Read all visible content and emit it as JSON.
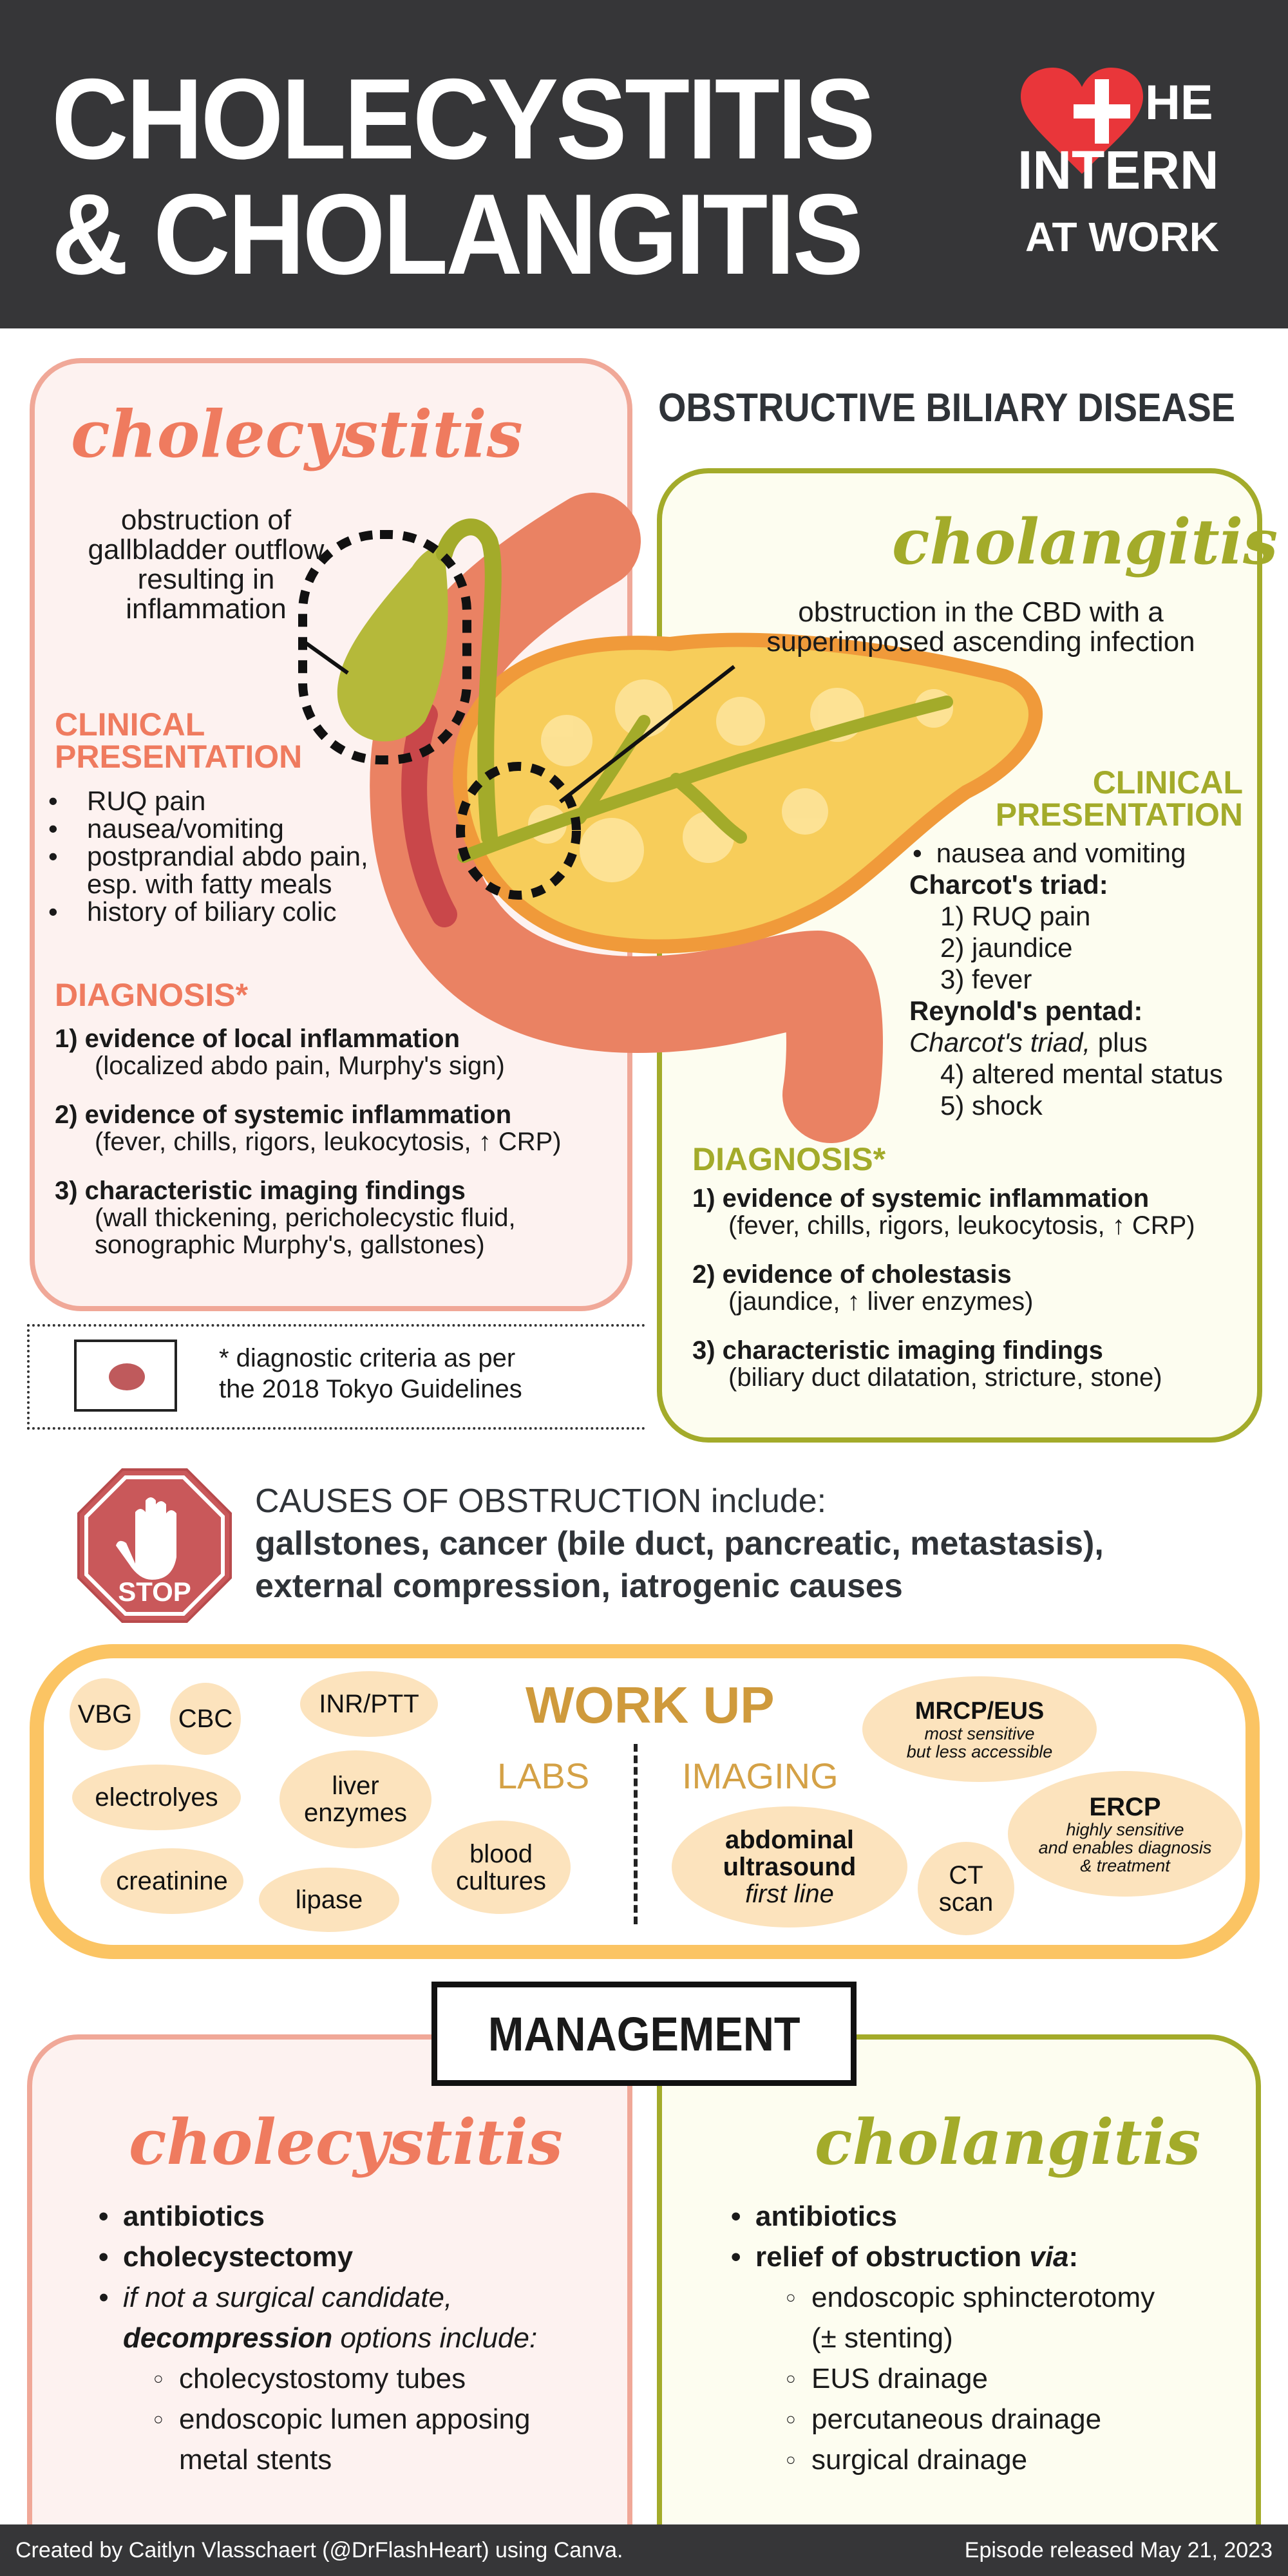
{
  "header": {
    "title_line1": "CHOLECYSTITIS",
    "title_line2": "& CHOLANGITIS",
    "logo": {
      "line1": "HE",
      "line2": "INTERN",
      "line3": "AT WORK",
      "cross": "+"
    }
  },
  "section_title": "OBSTRUCTIVE BILIARY DISEASE",
  "cholecystitis": {
    "title": "cholecystitis",
    "description": [
      "obstruction of",
      "gallbladder outflow",
      "resulting in",
      "inflammation"
    ],
    "clinical_heading": [
      "CLINICAL",
      "PRESENTATION"
    ],
    "clinical": [
      "RUQ pain",
      "nausea/vomiting",
      "postprandial abdo pain,",
      "esp. with fatty meals",
      "history of biliary colic"
    ],
    "diagnosis_heading": "DIAGNOSIS*",
    "diagnosis": [
      {
        "title": "1) evidence of local inflammation",
        "detail": [
          "(localized abdo pain, Murphy's sign)"
        ]
      },
      {
        "title": "2) evidence of systemic inflammation",
        "detail": [
          "(fever, chills, rigors, leukocytosis, ↑ CRP)"
        ]
      },
      {
        "title": "3) characteristic imaging findings",
        "detail": [
          "(wall thickening, pericholecystic fluid,",
          "sonographic Murphy's, gallstones)"
        ]
      }
    ]
  },
  "footnote": {
    "line1": "* diagnostic criteria as per",
    "line2": "the 2018 Tokyo Guidelines"
  },
  "cholangitis": {
    "title": "cholangitis",
    "description": [
      "obstruction in the CBD with a",
      "superimposed ascending infection"
    ],
    "clinical_heading": [
      "CLINICAL",
      "PRESENTATION"
    ],
    "clinical_bullet": "nausea and vomiting",
    "charcot_label": "Charcot's triad:",
    "charcot": [
      "1) RUQ pain",
      "2) jaundice",
      "3) fever"
    ],
    "reynold_label": "Reynold's pentad:",
    "reynold_intro_italic": "Charcot's triad,",
    "reynold_intro_rest": " plus",
    "reynold": [
      "4) altered mental status",
      "5) shock"
    ],
    "diagnosis_heading": "DIAGNOSIS*",
    "diagnosis": [
      {
        "title": "1) evidence of systemic inflammation",
        "detail": "(fever, chills, rigors, leukocytosis, ↑ CRP)"
      },
      {
        "title": "2) evidence of cholestasis",
        "detail": "(jaundice, ↑ liver enzymes)"
      },
      {
        "title": "3) characteristic imaging findings",
        "detail": "(biliary duct dilatation, stricture, stone)"
      }
    ]
  },
  "causes": {
    "stop_label": "STOP",
    "intro": "CAUSES OF OBSTRUCTION include:",
    "line1": "gallstones, cancer (bile duct, pancreatic, metastasis),",
    "line2": "external compression, iatrogenic causes"
  },
  "workup": {
    "title": "WORK UP",
    "labs_label": "LABS",
    "imaging_label": "IMAGING",
    "labs": [
      "VBG",
      "CBC",
      "INR/PTT",
      "electrolyes",
      "liver",
      "enzymes",
      "creatinine",
      "lipase",
      "blood",
      "cultures"
    ],
    "imaging": {
      "mrcp": {
        "name": "MRCP/EUS",
        "note1": "most sensitive",
        "note2": "but less accessible"
      },
      "ercp": {
        "name": "ERCP",
        "note1": "highly sensitive",
        "note2": "and enables diagnosis",
        "note3": "& treatment"
      },
      "us": {
        "name1": "abdominal",
        "name2": "ultrasound",
        "note": "first line"
      },
      "ct": {
        "name1": "CT",
        "name2": "scan"
      }
    }
  },
  "management": {
    "title": "MANAGEMENT",
    "cholecystitis": {
      "title": "cholecystitis",
      "items": [
        "antibiotics",
        "cholecystectomy"
      ],
      "if_not": "if not a surgical candidate,",
      "decomp_bold": "decompression",
      "decomp_rest": " options include:",
      "options": [
        "cholecystostomy tubes",
        "endoscopic lumen apposing",
        "metal stents"
      ]
    },
    "cholangitis": {
      "title": "cholangitis",
      "items": [
        "antibiotics"
      ],
      "relief": "relief of obstruction ",
      "relief_via": "via",
      "relief_colon": ":",
      "options": [
        "endoscopic sphincterotomy",
        "(± stenting)",
        "EUS drainage",
        "percutaneous drainage",
        "surgical drainage"
      ]
    }
  },
  "footer": {
    "left": "Created by Caitlyn Vlasschaert (@DrFlashHeart) using Canva.",
    "right": "Episode released May 21, 2023"
  },
  "colors": {
    "header_bg": "#363638",
    "coral": "#ef7b5f",
    "olive": "#a3ab2a",
    "workup_border": "#fbc463",
    "pill": "#fce3bd",
    "gold": "#cf9a3c",
    "stop": "#c9585a"
  }
}
